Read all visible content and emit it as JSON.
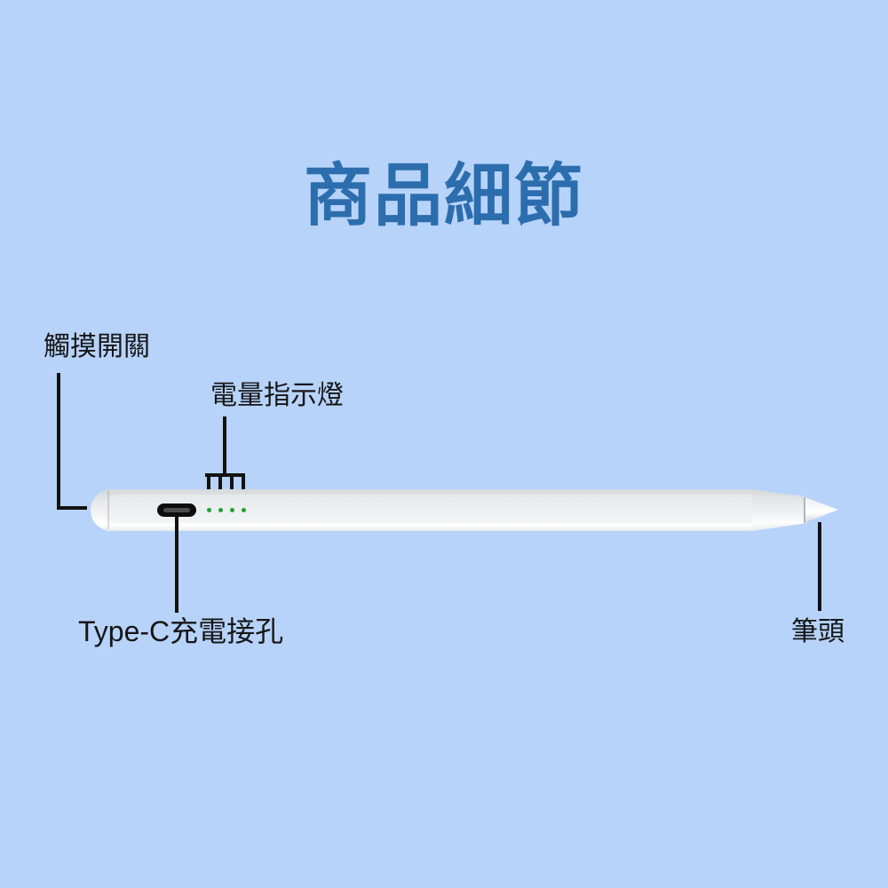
{
  "page": {
    "background_color": "#b7d3fa"
  },
  "title": {
    "text": "商品細節",
    "color": "#2c6dad"
  },
  "callouts": {
    "touch_switch": {
      "label": "觸摸開關"
    },
    "battery_indicator": {
      "label": "電量指示燈",
      "led_count": 4,
      "led_color": "#1ea331"
    },
    "type_c_port": {
      "label": "Type-C充電接孔"
    },
    "pen_tip": {
      "label": "筆頭"
    }
  },
  "colors": {
    "callout_line": "#121212",
    "pen_body": "#f2f3f4",
    "port": "#0d0d0d"
  }
}
